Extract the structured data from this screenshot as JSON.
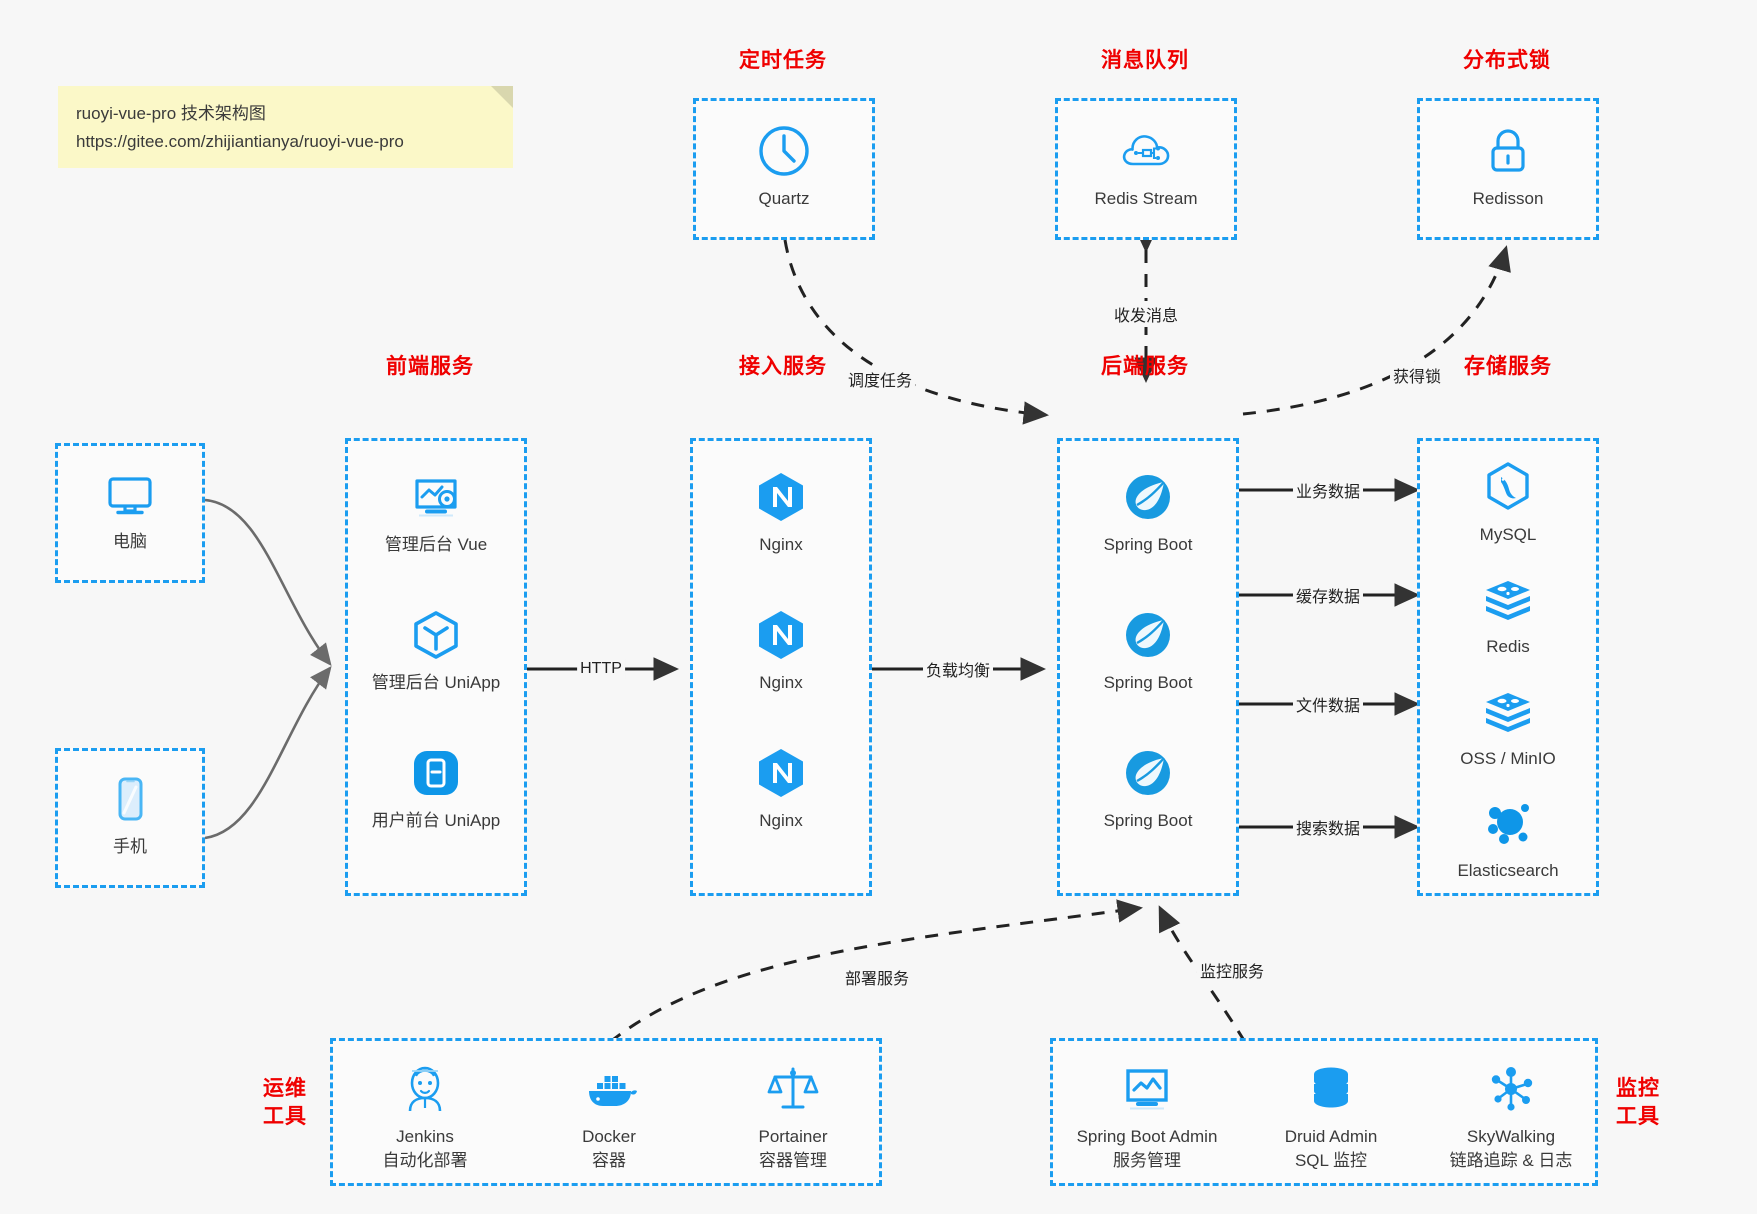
{
  "note": {
    "line1": "ruoyi-vue-pro 技术架构图",
    "line2": "https://gitee.com/zhijiantianya/ruoyi-vue-pro"
  },
  "colors": {
    "accent": "#1b9df0",
    "title": "#ef0000",
    "text": "#3a3a3a",
    "edge": "#222222",
    "note_bg": "#fbf8c8",
    "background": "#f7f7f7"
  },
  "groups": {
    "scheduled_task": {
      "title": "定时任务",
      "nodes": [
        {
          "label": "Quartz",
          "icon": "clock-icon"
        }
      ]
    },
    "message_queue": {
      "title": "消息队列",
      "nodes": [
        {
          "label": "Redis Stream",
          "icon": "cloud-network-icon"
        }
      ]
    },
    "distributed_lock": {
      "title": "分布式锁",
      "nodes": [
        {
          "label": "Redisson",
          "icon": "lock-icon"
        }
      ]
    },
    "clients": {
      "nodes": [
        {
          "label": "电脑",
          "icon": "desktop-monitor-icon"
        },
        {
          "label": "手机",
          "icon": "mobile-phone-icon"
        }
      ]
    },
    "frontend": {
      "title": "前端服务",
      "nodes": [
        {
          "label": "管理后台 Vue",
          "icon": "dashboard-settings-icon"
        },
        {
          "label": "管理后台 UniApp",
          "icon": "cube-icon"
        },
        {
          "label": "用户前台 UniApp",
          "icon": "app-window-icon"
        }
      ]
    },
    "gateway": {
      "title": "接入服务",
      "nodes": [
        {
          "label": "Nginx",
          "icon": "nginx-icon"
        },
        {
          "label": "Nginx",
          "icon": "nginx-icon"
        },
        {
          "label": "Nginx",
          "icon": "nginx-icon"
        }
      ]
    },
    "backend": {
      "title": "后端服务",
      "nodes": [
        {
          "label": "Spring Boot",
          "icon": "spring-boot-icon"
        },
        {
          "label": "Spring Boot",
          "icon": "spring-boot-icon"
        },
        {
          "label": "Spring Boot",
          "icon": "spring-boot-icon"
        }
      ]
    },
    "storage": {
      "title": "存储服务",
      "nodes": [
        {
          "label": "MySQL",
          "icon": "mysql-icon"
        },
        {
          "label": "Redis",
          "icon": "redis-icon"
        },
        {
          "label": "OSS / MinIO",
          "icon": "object-storage-icon"
        },
        {
          "label": "Elasticsearch",
          "icon": "elasticsearch-icon"
        }
      ]
    },
    "devops": {
      "title_line1": "运维",
      "title_line2": "工具",
      "nodes": [
        {
          "label": "Jenkins",
          "sublabel": "自动化部署",
          "icon": "jenkins-butler-icon"
        },
        {
          "label": "Docker",
          "sublabel": "容器",
          "icon": "docker-whale-icon"
        },
        {
          "label": "Portainer",
          "sublabel": "容器管理",
          "icon": "scales-icon"
        }
      ]
    },
    "monitoring": {
      "title_line1": "监控",
      "title_line2": "工具",
      "nodes": [
        {
          "label": "Spring Boot Admin",
          "sublabel": "服务管理",
          "icon": "monitor-chart-icon"
        },
        {
          "label": "Druid Admin",
          "sublabel": "SQL 监控",
          "icon": "database-icon"
        },
        {
          "label": "SkyWalking",
          "sublabel": "链路追踪 & 日志",
          "icon": "network-graph-icon"
        }
      ]
    }
  },
  "edges": [
    {
      "label": "调度任务",
      "from": "scheduled_task",
      "to": "backend",
      "style": "dashed"
    },
    {
      "label": "收发消息",
      "from": "message_queue",
      "to": "backend",
      "style": "dashed"
    },
    {
      "label": "获得锁",
      "from": "backend",
      "to": "distributed_lock",
      "style": "dashed"
    },
    {
      "label": "HTTP",
      "from": "frontend",
      "to": "gateway",
      "style": "solid"
    },
    {
      "label": "负载均衡",
      "from": "gateway",
      "to": "backend",
      "style": "solid"
    },
    {
      "label": "业务数据",
      "from": "backend",
      "to": "MySQL",
      "style": "solid"
    },
    {
      "label": "缓存数据",
      "from": "backend",
      "to": "Redis",
      "style": "solid"
    },
    {
      "label": "文件数据",
      "from": "backend",
      "to": "OSS / MinIO",
      "style": "solid"
    },
    {
      "label": "搜索数据",
      "from": "backend",
      "to": "Elasticsearch",
      "style": "solid"
    },
    {
      "label": "部署服务",
      "from": "devops",
      "to": "backend",
      "style": "dashed"
    },
    {
      "label": "监控服务",
      "from": "monitoring",
      "to": "backend",
      "style": "dashed"
    }
  ]
}
